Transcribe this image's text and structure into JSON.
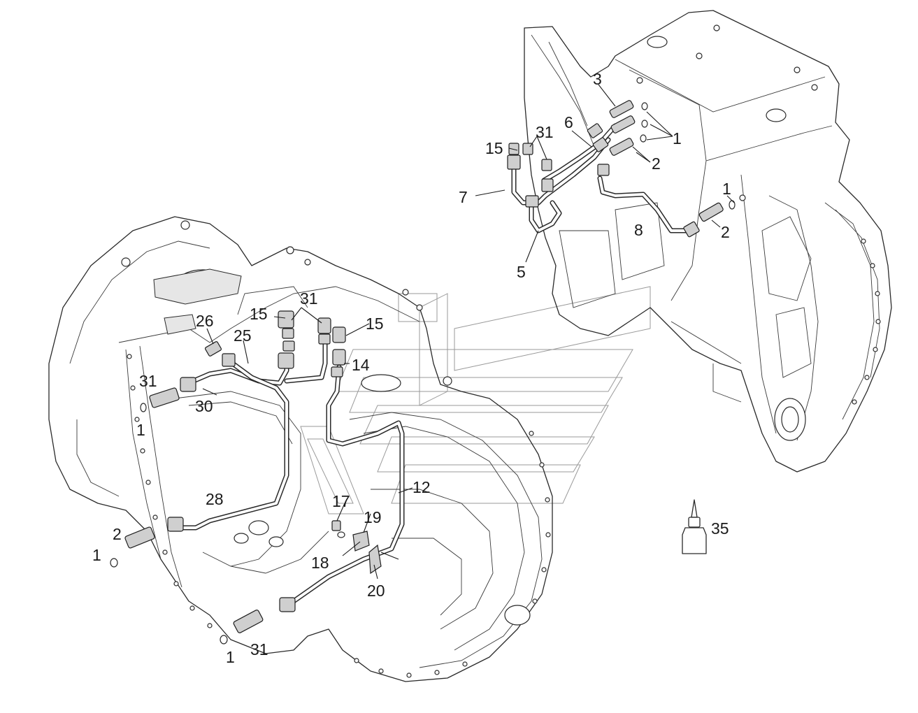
{
  "diagram": {
    "labels": [
      {
        "id": "l3",
        "text": "3"
      },
      {
        "id": "l6",
        "text": "6"
      },
      {
        "id": "l31a",
        "text": "31"
      },
      {
        "id": "l15a",
        "text": "15"
      },
      {
        "id": "l1a",
        "text": "1"
      },
      {
        "id": "l2a",
        "text": "2"
      },
      {
        "id": "l7",
        "text": "7"
      },
      {
        "id": "l1b",
        "text": "1"
      },
      {
        "id": "l8",
        "text": "8"
      },
      {
        "id": "l2b",
        "text": "2"
      },
      {
        "id": "l5",
        "text": "5"
      },
      {
        "id": "l31b",
        "text": "31"
      },
      {
        "id": "l15b",
        "text": "15"
      },
      {
        "id": "l15c",
        "text": "15"
      },
      {
        "id": "l26",
        "text": "26"
      },
      {
        "id": "l25",
        "text": "25"
      },
      {
        "id": "l14",
        "text": "14"
      },
      {
        "id": "l31c",
        "text": "31"
      },
      {
        "id": "l30",
        "text": "30"
      },
      {
        "id": "l1c",
        "text": "1"
      },
      {
        "id": "l12",
        "text": "12"
      },
      {
        "id": "l28",
        "text": "28"
      },
      {
        "id": "l17",
        "text": "17"
      },
      {
        "id": "l19",
        "text": "19"
      },
      {
        "id": "l2c",
        "text": "2"
      },
      {
        "id": "l1d",
        "text": "1"
      },
      {
        "id": "l18",
        "text": "18"
      },
      {
        "id": "l20",
        "text": "20"
      },
      {
        "id": "l35",
        "text": "35"
      },
      {
        "id": "l1e",
        "text": "1"
      },
      {
        "id": "l31d",
        "text": "31"
      }
    ]
  }
}
